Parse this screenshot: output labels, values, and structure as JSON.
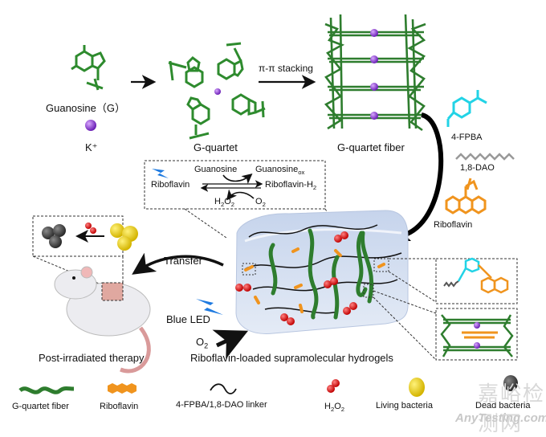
{
  "top_row": {
    "guanosine_label": "Guanosine（G）",
    "k_label": "K⁺",
    "gquartet_label": "G-quartet",
    "stacking_label": "π-π stacking",
    "fiber_label": "G-quartet fiber"
  },
  "components": {
    "fpba": "4-FPBA",
    "dao": "1,8-DAO",
    "riboflavin": "Riboflavin"
  },
  "reaction": {
    "left": "Riboflavin",
    "right": "Riboflavin-H",
    "right_sub": "2",
    "top_in": "Guanosine",
    "top_out": "Guanosine",
    "top_out_sub": "ox",
    "bottom_out": "H",
    "bottom_in": "O",
    "bottom_in_sub": "2"
  },
  "process": {
    "transfer": "Transfer",
    "blue_led": "Blue LED",
    "o2": "O",
    "o2_sub": "2",
    "therapy": "Post-irradiated therapy",
    "hydrogel": "Riboflavin-loaded supramolecular hydrogels"
  },
  "legend": [
    {
      "label": "G-quartet fiber",
      "icon": "green-wave-icon"
    },
    {
      "label": "Riboflavin",
      "icon": "orange-hexagons-icon"
    },
    {
      "label": "4-FPBA/1,8-DAO linker",
      "icon": "black-wave-icon"
    },
    {
      "label": "H2O2",
      "icon": "h2o2-molecule-icon"
    },
    {
      "label": "Living bacteria",
      "icon": "yellow-sphere-icon"
    },
    {
      "label": "Dead bacteria",
      "icon": "gray-sphere-icon"
    }
  ],
  "watermark": {
    "cn": "嘉峪检测网",
    "en": "AnyTesting.com"
  },
  "colors": {
    "green": "#2e8b2e",
    "purple": "#8a2be2",
    "cyan": "#22d3e6",
    "orange": "#f0941e",
    "red": "#e01010",
    "blue": "#1e7ae0"
  }
}
